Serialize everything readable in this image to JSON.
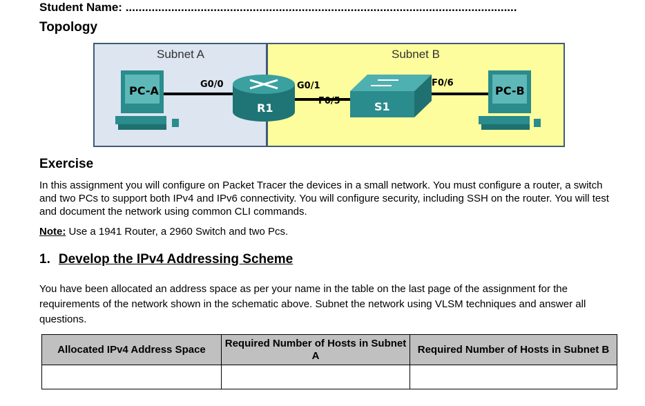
{
  "student_name": {
    "label": "Student Name:",
    "dots": "........................................................................................................................"
  },
  "topology": {
    "heading": "Topology",
    "subnet_a": "Subnet A",
    "subnet_b": "Subnet B",
    "devices": {
      "pc_a": "PC-A",
      "pc_b": "PC-B",
      "router": "R1",
      "switch": "S1"
    },
    "ports": {
      "r1_g00": "G0/0",
      "r1_g01": "G0/1",
      "s1_f05": "F0/5",
      "s1_f06": "F0/6"
    },
    "colors": {
      "subnet_a_bg": "#dce5f0",
      "subnet_b_bg": "#fdfd9d",
      "device": "#2a8c8c"
    }
  },
  "exercise": {
    "heading": "Exercise",
    "text": "In this assignment you will configure on Packet Tracer the devices in a small network. You must configure a router, a switch and two PCs to support both IPv4 and IPv6 connectivity. You will configure security, including SSH on the router. You will test and document the network using common CLI commands.",
    "note_label": "Note:",
    "note_text": " Use a 1941 Router, a 2960 Switch and two Pcs."
  },
  "section1": {
    "number": "1.",
    "title": "Develop the IPv4 Addressing Scheme",
    "text": "You have been allocated an address space as per your name in the table on the last page of the assignment for the requirements of the network shown in the schematic above. Subnet the network using VLSM techniques and answer all questions."
  },
  "table": {
    "headers": [
      "Allocated IPv4 Address Space",
      "Required Number of Hosts in Subnet A",
      "Required Number of Hosts in Subnet B"
    ],
    "rows": [
      [
        "",
        "",
        ""
      ]
    ]
  }
}
